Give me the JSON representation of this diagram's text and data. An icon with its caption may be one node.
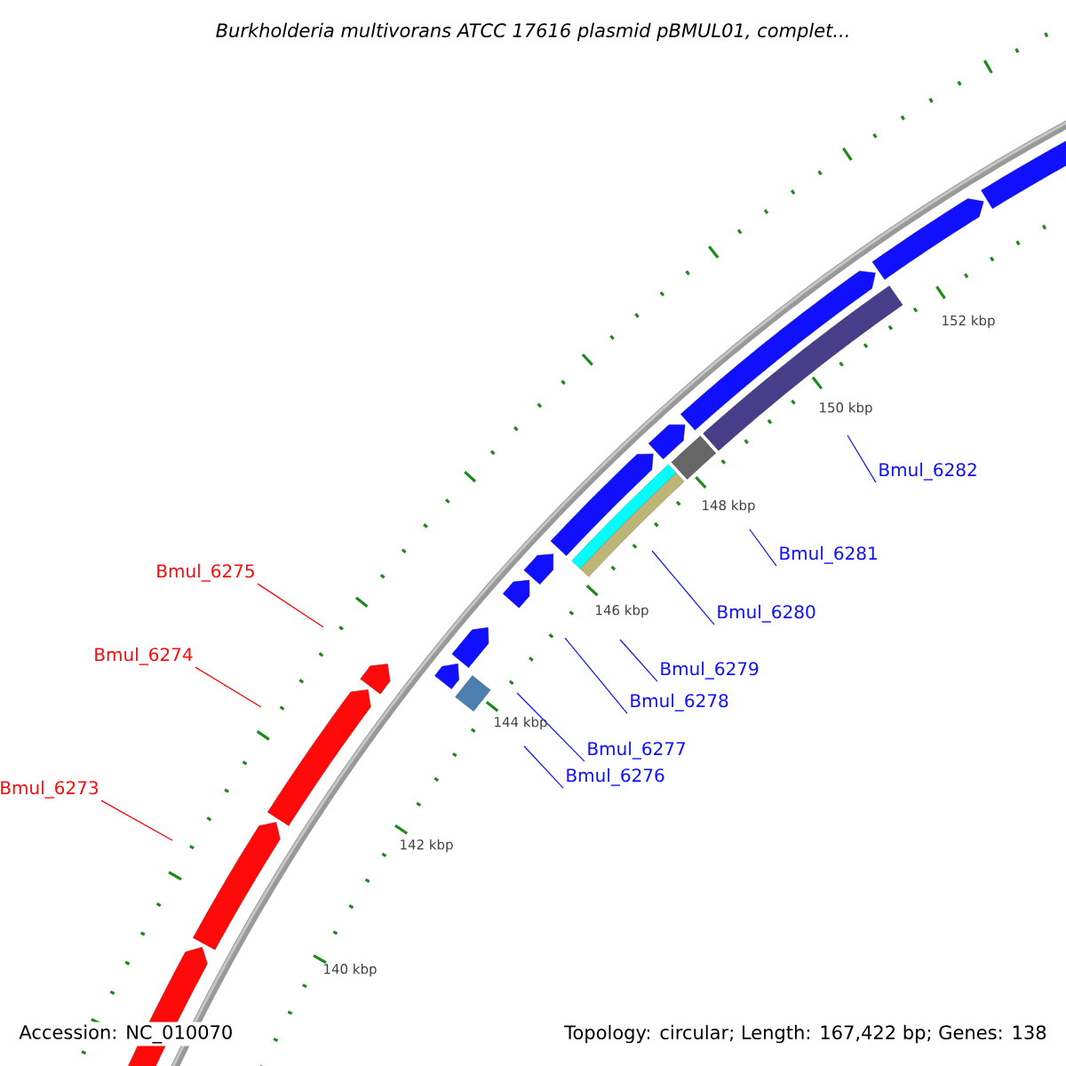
{
  "diagram": {
    "title": "Burkholderia multivorans ATCC 17616 plasmid pBMUL01, complet...",
    "nodes": [
      {
        "text": [
          "Bmul_6282"
        ]
      },
      {
        "text": [
          "Bmul_6281"
        ]
      },
      {
        "text": [
          "Bmul_6275"
        ]
      },
      {
        "text": [
          "Bmul_6280"
        ]
      },
      {
        "text": [
          "Bmul_6274"
        ]
      },
      {
        "text": [
          "Bmul_6279"
        ]
      },
      {
        "text": [
          "Bmul_6278"
        ]
      },
      {
        "text": [
          "Bmul_6277"
        ]
      },
      {
        "text": [
          "Bmul_6276"
        ]
      },
      {
        "text": [
          "Bmul_6273"
        ]
      }
    ],
    "edges": [
      {
        "from": 0,
        "to": null,
        "arrow": "none"
      },
      {
        "from": 1,
        "to": null,
        "arrow": "none"
      },
      {
        "from": 2,
        "to": null,
        "arrow": "none",
        "color": "#ff0000"
      },
      {
        "from": 3,
        "to": null,
        "arrow": "none"
      },
      {
        "from": 4,
        "to": null,
        "arrow": "none",
        "color": "#ff0000"
      },
      {
        "from": 5,
        "to": null,
        "arrow": "none"
      },
      {
        "from": 6,
        "to": null,
        "arrow": "none"
      },
      {
        "from": 7,
        "to": null,
        "arrow": "none"
      },
      {
        "from": 8,
        "to": null,
        "arrow": "none"
      },
      {
        "from": 9,
        "to": null,
        "arrow": "none",
        "color": "#ff0000"
      }
    ],
    "labels": [
      "152 kbp",
      "150 kbp",
      "148 kbp",
      "146 kbp",
      "144 kbp",
      "142 kbp",
      "140 kbp",
      "Accession: NC_010070",
      "Topology: circular; Length: 167,422 bp; Genes: 138"
    ]
  }
}
